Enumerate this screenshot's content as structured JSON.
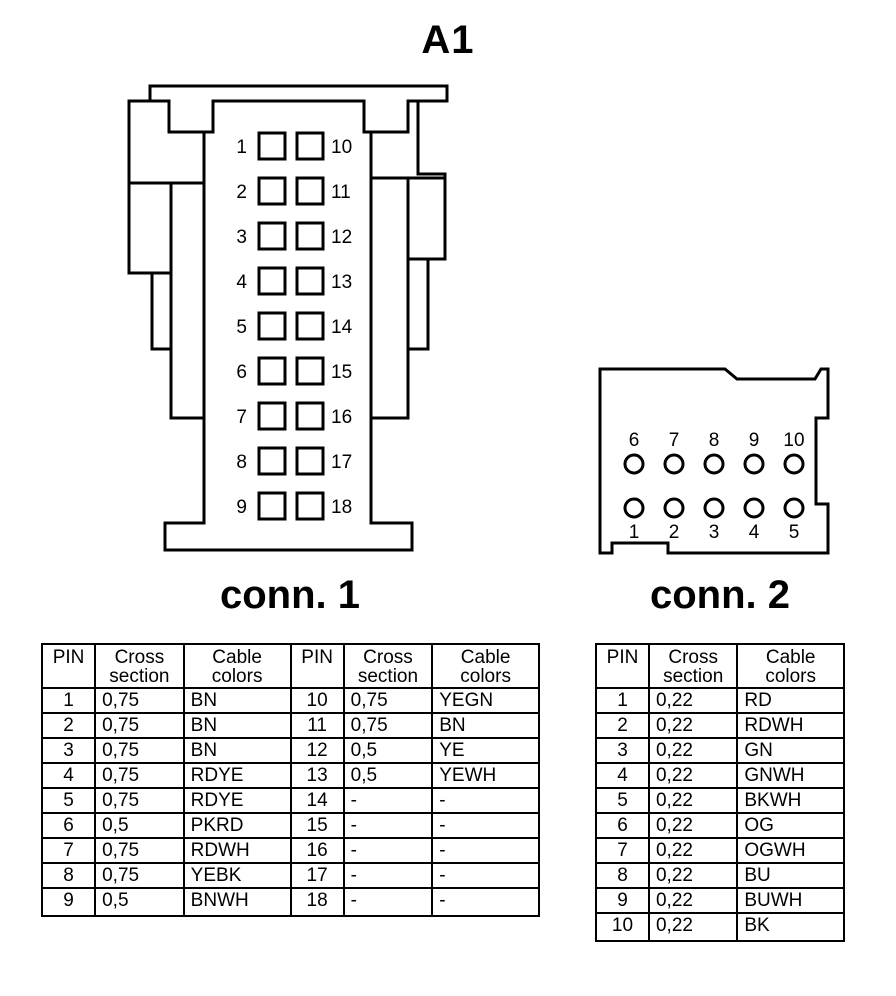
{
  "title": "A1",
  "conn1": {
    "title": "conn. 1",
    "headers": [
      "PIN",
      "Cross section",
      "Cable colors",
      "PIN",
      "Cross section",
      "Cable colors"
    ],
    "rows": [
      [
        "1",
        "0,75",
        "BN",
        "10",
        "0,75",
        "YEGN"
      ],
      [
        "2",
        "0,75",
        "BN",
        "11",
        "0,75",
        "BN"
      ],
      [
        "3",
        "0,75",
        "BN",
        "12",
        "0,5",
        "YE"
      ],
      [
        "4",
        "0,75",
        "RDYE",
        "13",
        "0,5",
        "YEWH"
      ],
      [
        "5",
        "0,75",
        "RDYE",
        "14",
        "-",
        "-"
      ],
      [
        "6",
        "0,5",
        "PKRD",
        "15",
        "-",
        "-"
      ],
      [
        "7",
        "0,75",
        "RDWH",
        "16",
        "-",
        "-"
      ],
      [
        "8",
        "0,75",
        "YEBK",
        "17",
        "-",
        "-"
      ],
      [
        "9",
        "0,5",
        "BNWH",
        "18",
        "-",
        "-"
      ]
    ],
    "pins_left": [
      "1",
      "2",
      "3",
      "4",
      "5",
      "6",
      "7",
      "8",
      "9"
    ],
    "pins_right": [
      "10",
      "11",
      "12",
      "13",
      "14",
      "15",
      "16",
      "17",
      "18"
    ]
  },
  "conn2": {
    "title": "conn. 2",
    "headers": [
      "PIN",
      "Cross section",
      "Cable colors"
    ],
    "rows": [
      [
        "1",
        "0,22",
        "RD"
      ],
      [
        "2",
        "0,22",
        "RDWH"
      ],
      [
        "3",
        "0,22",
        "GN"
      ],
      [
        "4",
        "0,22",
        "GNWH"
      ],
      [
        "5",
        "0,22",
        "BKWH"
      ],
      [
        "6",
        "0,22",
        "OG"
      ],
      [
        "7",
        "0,22",
        "OGWH"
      ],
      [
        "8",
        "0,22",
        "BU"
      ],
      [
        "9",
        "0,22",
        "BUWH"
      ],
      [
        "10",
        "0,22",
        "BK"
      ]
    ],
    "pins_top": [
      "6",
      "7",
      "8",
      "9",
      "10"
    ],
    "pins_bottom": [
      "1",
      "2",
      "3",
      "4",
      "5"
    ]
  }
}
